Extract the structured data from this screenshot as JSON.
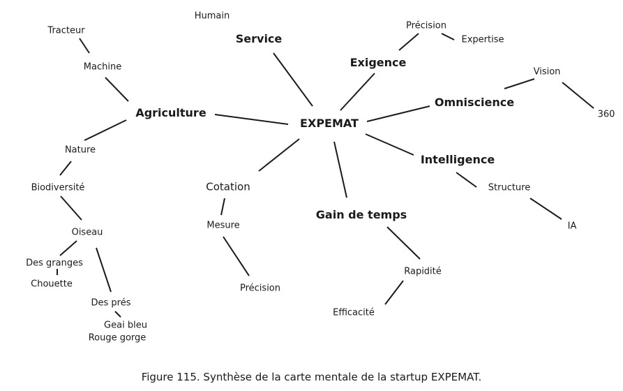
{
  "mindmap": {
    "center": "EXPEMAT",
    "nodes": {
      "humain": "Humain",
      "service": "Service",
      "precision_top": "Précision",
      "expertise": "Expertise",
      "exigence": "Exigence",
      "vision": "Vision",
      "omniscience": "Omniscience",
      "n360": "360",
      "tracteur": "Tracteur",
      "machine": "Machine",
      "agriculture": "Agriculture",
      "nature": "Nature",
      "biodiversite": "Biodiversité",
      "oiseau": "Oiseau",
      "des_granges": "Des granges",
      "chouette": "Chouette",
      "des_pres": "Des prés",
      "geai_bleu": "Geai bleu",
      "rouge_gorge": "Rouge gorge",
      "cotation": "Cotation",
      "mesure": "Mesure",
      "precision_bottom": "Précision",
      "gain_de_temps": "Gain de temps",
      "rapidite": "Rapidité",
      "efficacite": "Efficacité",
      "intelligence": "Intelligence",
      "structure": "Structure",
      "ia": "IA"
    },
    "line_color": "#1a1a1a"
  },
  "caption": "Figure 115. Synthèse de la carte mentale de la startup EXPEMAT."
}
